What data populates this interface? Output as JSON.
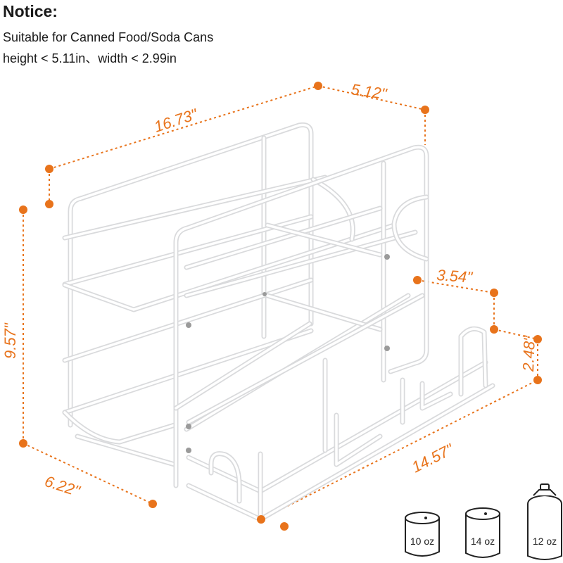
{
  "notice": {
    "title": "Notice:",
    "line1": "Suitable for Canned Food/Soda Cans",
    "line2": "height < 5.11in、width < 2.99in"
  },
  "dimensions": {
    "depth_top": "5.12\"",
    "length_top": "16.73\"",
    "height_total": "9.57\"",
    "front_depth": "3.54\"",
    "front_height": "2.48\"",
    "length_bottom": "14.57\"",
    "width_bottom": "6.22\""
  },
  "cans": [
    {
      "label": "10 oz",
      "icon": "food-can-icon"
    },
    {
      "label": "14 oz",
      "icon": "food-can-icon"
    },
    {
      "label": "12 oz",
      "icon": "soda-can-icon"
    }
  ],
  "colors": {
    "accent": "#e8731b",
    "rack": "#ffffff",
    "rack_shadow": "#d9dadc"
  }
}
